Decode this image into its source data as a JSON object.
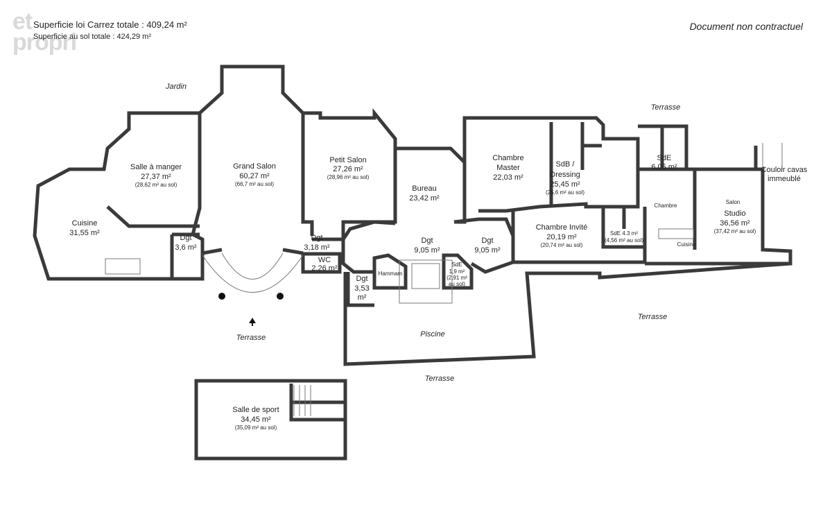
{
  "header": {
    "carrez_label": "Superficie loi Carrez totale :",
    "carrez_value": "409,24 m²",
    "sol_label": "Superficie au sol totale :",
    "sol_value": "424,29 m²",
    "disclaimer": "Document non contractuel",
    "watermark": "et\npropri"
  },
  "rooms": {
    "salle_a_manger": {
      "name": "Salle à manger",
      "area": "27,37 m²",
      "sol": "(28,62 m² au sol)"
    },
    "cuisine": {
      "name": "Cuisine",
      "area": "31,55 m²"
    },
    "grand_salon": {
      "name": "Grand Salon",
      "area": "60,27 m²",
      "sol": "(66,7 m² au sol)"
    },
    "petit_salon": {
      "name": "Petit Salon",
      "area": "27,26 m²",
      "sol": "(28,96 m² au sol)"
    },
    "bureau": {
      "name": "Bureau",
      "area": "23,42 m²"
    },
    "chambre_master": {
      "name1": "Chambre",
      "name2": "Master",
      "area": "22,03 m²"
    },
    "sdb_dressing": {
      "name1": "SdB /",
      "name2": "Dressing",
      "area": "25,45 m²",
      "sol": "(25,6 m² au sol)"
    },
    "sde_1": {
      "name": "SdE",
      "area": "6,05 m²"
    },
    "studio": {
      "name": "Studio",
      "area": "36,56 m²",
      "sol": "(37,42 m² au sol)"
    },
    "studio_salon": {
      "name": "Salon"
    },
    "studio_chambre": {
      "name": "Chambre"
    },
    "studio_cuisine": {
      "name": "Cuisine"
    },
    "chambre_invite": {
      "name": "Chambre Invité",
      "area": "20,19 m²",
      "sol": "(20,74 m² au sol)"
    },
    "sde_2": {
      "name": "SdE 4.3 m²",
      "sol": "(4,56 m² au sol)"
    },
    "dgt_1": {
      "name": "Dgt",
      "area": "3,6 m²"
    },
    "dgt_2": {
      "name": "Dgt",
      "area": "3,18 m²"
    },
    "wc": {
      "name": "WC",
      "area": "2,26 m²"
    },
    "dgt_3": {
      "name": "Dgt",
      "area": "9,05 m²"
    },
    "dgt_4": {
      "name": "Dgt",
      "area": "9,05 m²"
    },
    "dgt_5": {
      "name": "Dgt",
      "area1": "3,53",
      "area2": "m²"
    },
    "hammam": {
      "name": "Hammam"
    },
    "sde_3": {
      "name": "SdE",
      "area": "1,9 m²",
      "sol1": "(2,91 m²",
      "sol2": "au sol)"
    },
    "piscine": {
      "name": "Piscine"
    },
    "salle_de_sport": {
      "name": "Salle de sport",
      "area": "34,45 m²",
      "sol": "(35,09 m² au sol)"
    }
  },
  "outdoor": {
    "jardin": "Jardin",
    "terrasse_1": "Terrasse",
    "terrasse_2": "Terrasse",
    "terrasse_3": "Terrasse",
    "terrasse_4": "Terrasse",
    "couloir_1": "Couloir cavas",
    "couloir_2": "immeublé"
  }
}
